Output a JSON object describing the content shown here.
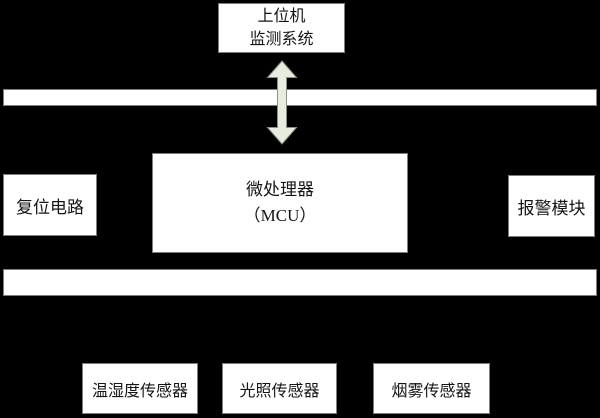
{
  "diagram": {
    "title": "MCU monitoring system block diagram",
    "colors": {
      "background": "#000000",
      "box_fill": "#ffffff",
      "box_border": "#7d7d7d",
      "arrow_fill": "#e8ecdf",
      "arrow_stroke": "#8a9180",
      "text": "#151515"
    },
    "nodes": {
      "host": {
        "line1": "上位机",
        "line2": "监测系统"
      },
      "mcu": {
        "line1": "微处理器",
        "line2": "（MCU）"
      },
      "reset": {
        "label": "复位电路"
      },
      "alarm": {
        "label": "报警模块"
      },
      "sensor_temp_humidity": {
        "label": "温湿度传感器"
      },
      "sensor_light": {
        "label": "光照传感器"
      },
      "sensor_smoke": {
        "label": "烟雾传感器"
      }
    },
    "connectors": {
      "vertical_arrow": "bidirectional arrow between host monitoring system and MCU, crossing top bus bar",
      "top_bus": "horizontal bus bar",
      "bottom_bus": "horizontal bus bar"
    }
  }
}
